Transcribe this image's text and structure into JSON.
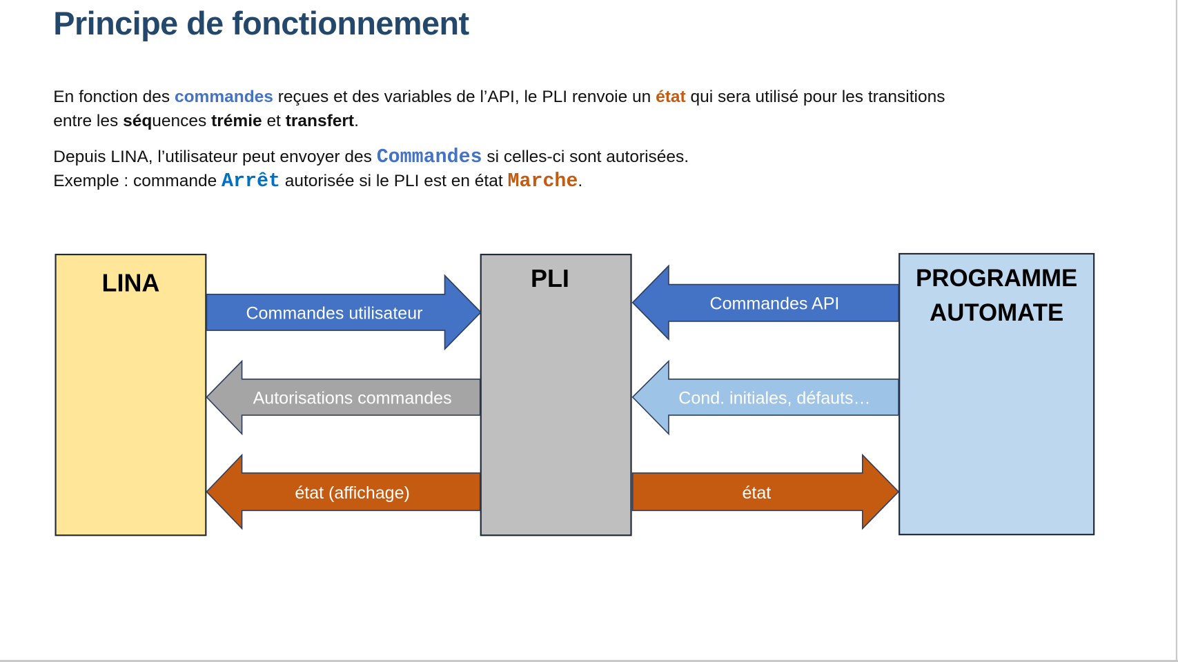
{
  "title": "Principe de fonctionnement",
  "paragraph1": {
    "t1": "En fonction des ",
    "commandes": "commandes",
    "t2": " reçues et des variables de l’API, le PLI renvoie un ",
    "etat": "état",
    "t3": " qui sera utilisé pour les transitions",
    "t4": "entre les ",
    "sequences": "séq",
    "t5": "uences ",
    "tremie": "trémie",
    "t6": " et ",
    "transfert": "transfert",
    "t7": "."
  },
  "paragraph2": {
    "t1": "Depuis LINA, l’utilisateur peut envoyer des ",
    "commandes": "Commandes",
    "t2": " si celles-ci sont autorisées.",
    "t3": "Exemple : commande ",
    "arret": "Arrêt",
    "t4": " autorisée si le PLI est en état ",
    "marche": "Marche",
    "t5": "."
  },
  "diagram": {
    "lina": "LINA",
    "pli": "PLI",
    "programme_line1": "PROGRAMME",
    "programme_line2": "AUTOMATE",
    "arrows": {
      "commandes_utilisateur": "Commandes utilisateur",
      "autorisations_commandes": "Autorisations commandes",
      "etat_affichage": "état (affichage)",
      "commandes_api": "Commandes API",
      "cond_initiales": "Cond. initiales, défauts…",
      "etat": "état"
    }
  },
  "colors": {
    "blue": "#4472C4",
    "grey": "#A5A5A5",
    "orange": "#C55A11",
    "light_blue": "#9DC3E6",
    "lina_bg": "#FFE699",
    "pli_bg": "#BFBFBF",
    "programme_bg": "#BDD7EE"
  }
}
